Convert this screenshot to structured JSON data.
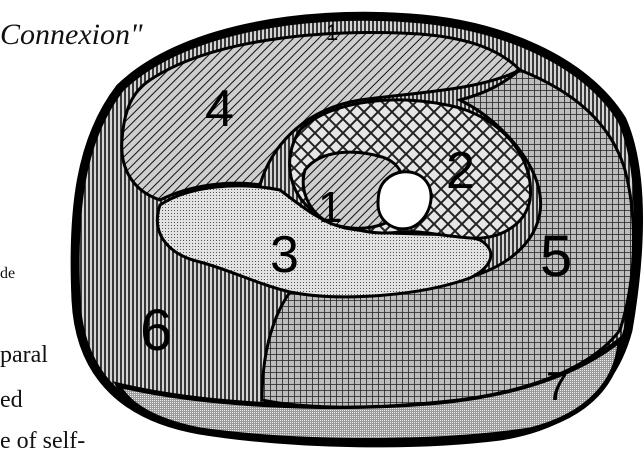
{
  "caption": "Connexion\"",
  "regions": [
    {
      "id": "region-1",
      "label": "1",
      "pattern": "diagonal-hatch"
    },
    {
      "id": "region-2",
      "label": "2",
      "pattern": "crosshatch"
    },
    {
      "id": "region-3",
      "label": "3",
      "pattern": "dense-dots"
    },
    {
      "id": "region-4",
      "label": "4",
      "pattern": "diagonal-hatch"
    },
    {
      "id": "region-5",
      "label": "5",
      "pattern": "grid"
    },
    {
      "id": "region-6",
      "label": "6",
      "pattern": "vertical-lines"
    },
    {
      "id": "region-7",
      "label": "7",
      "pattern": "fine-dots"
    },
    {
      "id": "outer-label",
      "label": "1",
      "pattern": "none"
    }
  ],
  "side_text": {
    "line1": "de",
    "line2": "paral",
    "line3": "ed",
    "line4": "e of  self-"
  }
}
